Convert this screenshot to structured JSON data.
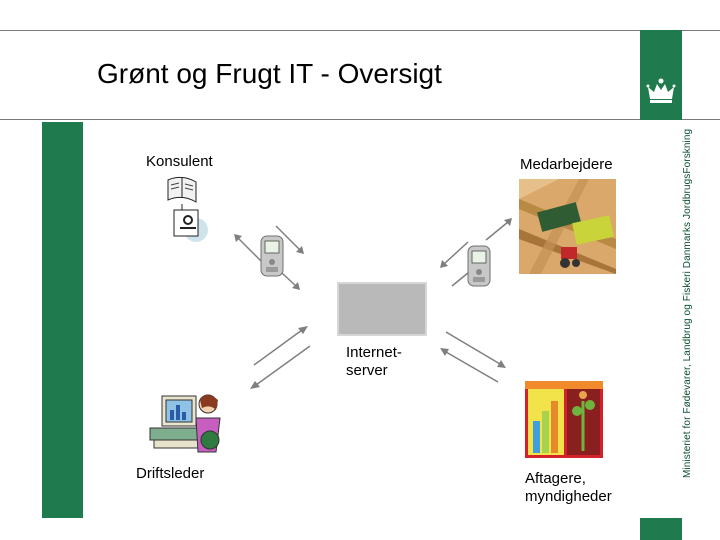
{
  "title": "Grønt og Frugt IT - Oversigt",
  "nodes": {
    "konsulent": "Konsulent",
    "medarbejdere": "Medarbejdere",
    "server": "Internet-\nserver",
    "driftsleder": "Driftsleder",
    "aftagere": "Aftagere,\nmyndigheder"
  },
  "ministry_text": "Ministeriet for Fødevarer, Landbrug og Fiskeri Danmarks JordbrugsForskning",
  "colors": {
    "brand_green": "#1f7a4d",
    "arrow": "#7f7f7f"
  },
  "icons": [
    "crown-logo-icon",
    "mobile-phone-icon",
    "book-icon",
    "computer-user-icon",
    "harvester-icon",
    "chart-icon"
  ]
}
